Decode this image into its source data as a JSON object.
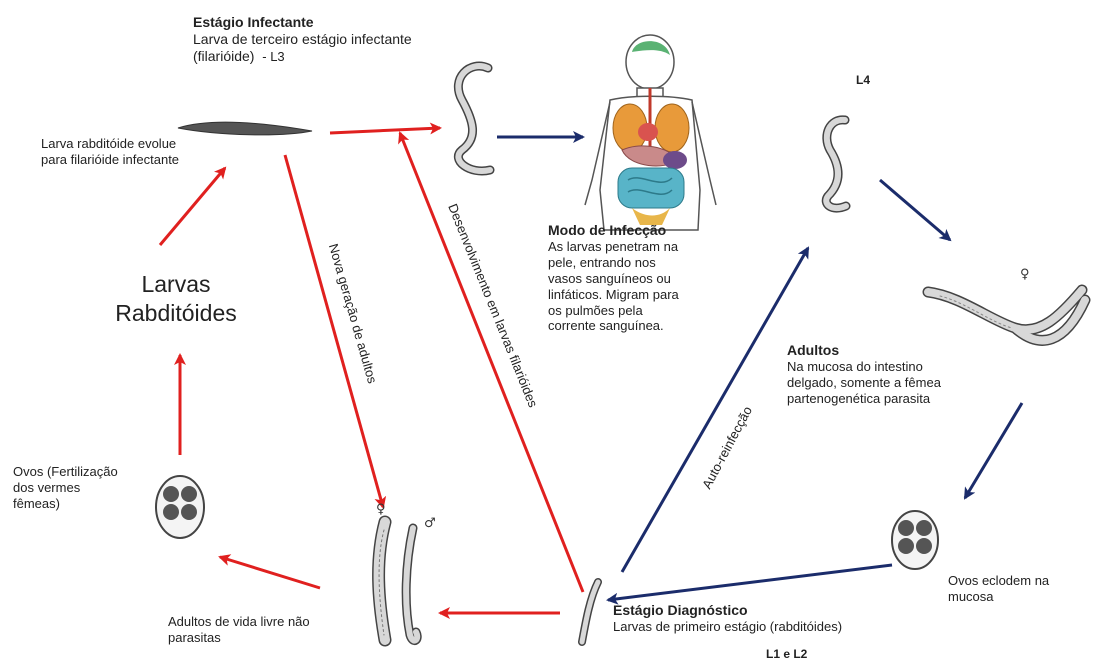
{
  "infective_stage": {
    "title": "Estágio Infectante",
    "line1": "Larva de terceiro estágio infectante",
    "line2": "(filarióide)",
    "tag": "- L3"
  },
  "rhabditoid_evolves": {
    "line1": "Larva rabditóide evolue",
    "line2": "para filarióide infectante"
  },
  "infection_mode": {
    "title": "Modo de Infecção",
    "lines": [
      "As larvas penetram na",
      "pele, entrando nos",
      "vasos sanguíneos ou",
      "linfáticos. Migram para",
      "os pulmões pela",
      "corrente sanguínea."
    ]
  },
  "l4_tag": "L4",
  "adults": {
    "title": "Adultos",
    "lines": [
      "Na mucosa do intestino",
      "delgado, somente a fêmea",
      "partenogenética parasita"
    ],
    "female_symbol": "♀"
  },
  "eggs_hatch": {
    "line1": "Ovos eclodem na",
    "line2": "mucosa"
  },
  "diagnostic_stage": {
    "title": "Estágio Diagnóstico",
    "line1": "Larvas de primeiro estágio (rabditóides)",
    "tag": "L1 e L2"
  },
  "free_living": {
    "line1": "Adultos de vida livre não",
    "line2": "parasitas",
    "female_symbol": "♀",
    "male_symbol": "♂"
  },
  "eggs_fertilization": {
    "lines": [
      "Ovos (Fertilização",
      "dos vermes",
      "fêmeas)"
    ]
  },
  "rhabditoid_larvae": {
    "line1": "Larvas",
    "line2": "Rabditóides"
  },
  "arrow_labels": {
    "new_generation": "Nova geração de adultos",
    "development": "Desenvolvimento em larvas filarióides",
    "autoinfection": "Auto-reinfecção"
  },
  "colors": {
    "red_arrow": "#e0201f",
    "blue_arrow": "#1b2c6b",
    "worm_fill": "#d8d8d8",
    "worm_stroke": "#444444"
  }
}
